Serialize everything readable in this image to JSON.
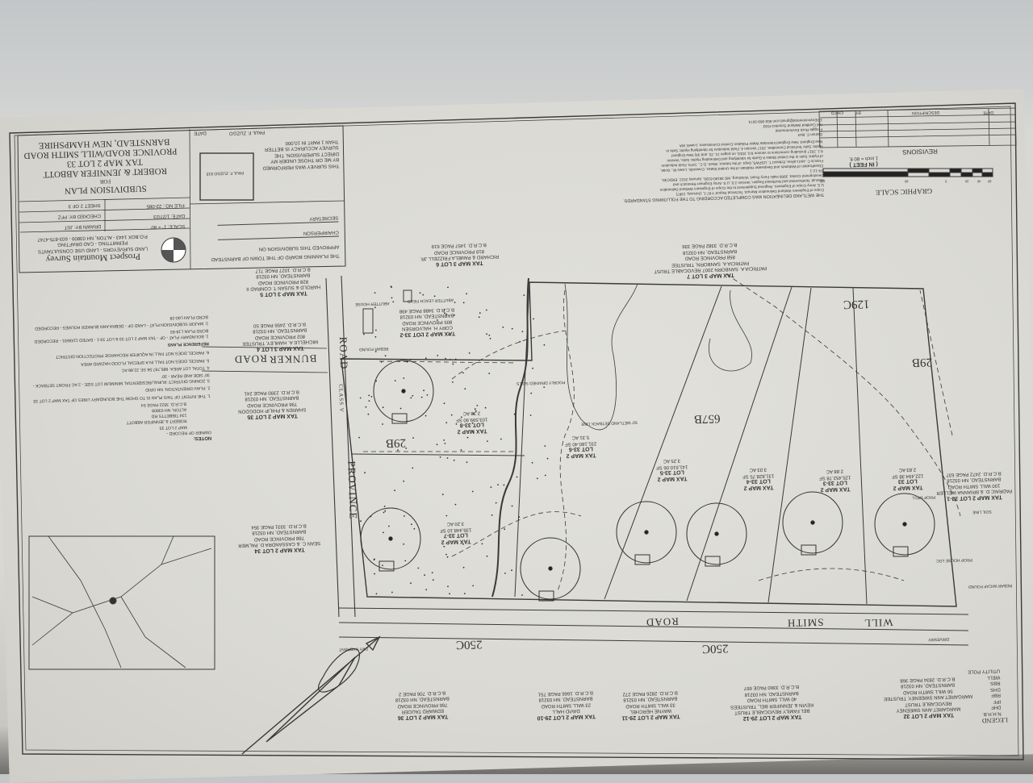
{
  "title_block": {
    "title": "SUBDIVISION PLAN",
    "for": "FOR",
    "owners": "ROBERT & JENNIFER ABBOTT",
    "tax_map": "TAX MAP 2 LOT 33",
    "roads": "PROVINCE ROAD/WILL SMITH ROAD",
    "town": "BARNSTEAD, NEW HAMPSHIRE"
  },
  "sheet_info": {
    "scale": "SCALE: 1\" = 80'",
    "drawn_by": "DRAWN BY: JST",
    "date": "DATE: 1/27/23",
    "checked_by": "CHECKED BY: PFZ",
    "file_no": "FILE NO.: 22-085",
    "sheet": "SHEET 2 OF 3"
  },
  "firm": {
    "name": "Prospect Mountain Survey",
    "line1": "LAND SURVEYORS - LAND USE CONSULTANTS",
    "line2": "PERMITTING - CAD DRAFTING",
    "line3": "P.O.BOX 1443 - ALTON, NH 03809 - 603-875-4747"
  },
  "approval": {
    "text1": "THE PLANNING BOARD OF THE TOWN OF BARNSTEAD",
    "text2": "APPROVED THIS SUBDIVISION ON",
    "chair": "CHAIRPERSON",
    "secretary": "SECRETARY"
  },
  "certification": {
    "lines": [
      "THIS SURVEY WAS PERFORMED",
      "BY ME OR THOSE UNDER MY",
      "DIRECT SUPERVISION. THE",
      "SURVEY ACCURACY IS BETTER",
      "THAN 1 PART IN 10,000"
    ],
    "signer": "PAUL F. ZUZGO",
    "date_label": "DATE",
    "stamp": "PAUL F. ZUZGO 815"
  },
  "wetland": {
    "heading": "THE WETLAND DELINEATION WAS COMPLETED ACCORDING TO THE FOLLOWING STANDARDS:",
    "lines": [
      "Corps of Engineers Wetland Delineation Manual, Technical Report Y-87-1, (January, 1987)",
      "U.S. Army Corps of Engineers, Regional Supplement to the Corps of Engineers Wetland Delineation",
      "Manual: Northcentral and Northeast Region, Version 2.0, U.S. Army Engineer Research and",
      "Development Center, 3909 Halls Ferry Road, Vicksburg, MS 39180-6199, January 2012. ERDC/EL",
      "TR-12-1",
      "Classification of Wetlands and Deepwater Habitats of the United States, Cowardin, Lewis M., Golet,",
      "Francis C. and LaRoe, Edward T., USFWS, Dept. of the Interior, Wash. D.C., 1979. Field Indicators",
      "of Hydric Soils in the United States A Guide for Identifying and Delineating Hydric Soils, Version",
      "8.1, 2017 (including corrections to version 8.0, 2016, on pages 21, 25, and 34) New England",
      "Hydric Soils Technical Committee, 2017 Version 4, Field Indicators for Identifying Hydric Soils in",
      "New England. New England Interstate Water Pollution Control Commission, Lowell, MA"
    ],
    "credit": [
      "Damon C. Burt",
      "Froggie Rock Environmental",
      "NH Certified Wetland Scientist #163",
      "FREnvironmental@gmail.com 603-969-5574"
    ]
  },
  "graphic_scale": {
    "title": "GRAPHIC SCALE",
    "units": "( IN FEET )",
    "ratio": "1 inch = 80 ft.",
    "ticks": [
      "80",
      "40",
      "20",
      "0",
      "80",
      "160"
    ]
  },
  "revisions": {
    "title": "REVISIONS",
    "headers": [
      "DATE",
      "DESCRIPTION",
      "BY",
      "CHK'D"
    ]
  },
  "notes": {
    "title": "NOTES:",
    "owner": [
      "OWNER OF RECORD -",
      "MAP 2 LOT 33",
      "ROBERT & JENNIFER ABBOTT",
      "134 TIBBETTS RD",
      "ALTON, NH 03809",
      "B.C.R.D. 3522 PAGE 54"
    ],
    "items": [
      "1.  THE INTENT OF THIS PLAN IS TO SHOW THE BOUNDARY LINES OF TAX MAP 2 LOT 33",
      "2.  PLAN ORIENTATION: NH GRID",
      "3.  ZONING DISTRICT: RURAL/RESIDENTIAL  MINIMUM LOT SIZE - 2 AC  FRONT SETBACK - 30'  SIDE AND REAR - 30'",
      "4.  TOTAL LOT AREA: 985,787.56 SF, 22.86 AC",
      "5.  PARCEL DOES NOT FALL IN A SPECIAL FLOOD HAZARD AREA",
      "6.  PARCEL DOES NOT FALL IN AQUIFER RECHARGE PROTECTION DISTRICT"
    ],
    "ref_title": "REFERENCE PLANS",
    "refs": [
      "1.  BOUNDARY PLAT - OF - TAX MAP 2 LOT 33 & LOT 33-1 - DATED 11/06/01 - RECORDED BCRD PLAN L19-93",
      "2.  MAJOR SUBDIVISION PLAT - LAND OF - DEBRA ANN BUNKER HOLMES - RECORDED BCRD PLAN L60-29"
    ]
  },
  "legend": {
    "title": "LEGEND",
    "items": [
      "N.H.H.B.",
      "DHF",
      "IPF",
      "RBF",
      "DHS",
      "RBS",
      "WELL",
      "UTILITY POLE"
    ]
  },
  "roads": {
    "province": "PROVINCE",
    "province_road": "ROAD",
    "bunker": "BUNKER",
    "bunker_road": "ROAD",
    "will": "WILL",
    "smith": "SMITH",
    "smith_road": "ROAD",
    "class": "CLASS V"
  },
  "zones": [
    "29B",
    "29B",
    "129C",
    "657B",
    "250C",
    "250C"
  ],
  "lots": [
    [
      "TAX MAP 2",
      "LOT 33",
      "122,494.38 SF",
      "2.83 AC"
    ],
    [
      "TAX MAP 2",
      "LOT 33-3",
      "125,452.78 SF",
      "2.88 AC"
    ],
    [
      "TAX MAP 2",
      "LOT 33-4",
      "131,828.75 SF",
      "3.03 AC"
    ],
    [
      "TAX MAP 2",
      "LOT 33-5",
      "141,610.06 SF",
      "3.25 AC"
    ],
    [
      "TAX MAP 2",
      "LOT 33-6",
      "231,180.40 SF",
      "5.31 AC"
    ],
    [
      "TAX MAP 2",
      "LOT 33-8",
      "103,599.90 SF",
      "2.38 AC"
    ],
    [
      "TAX MAP 2",
      "LOT 33-7",
      "139,448.10 SF",
      "3.20 AC"
    ]
  ],
  "abutters": [
    [
      "TAX MAP 2 LOT 33-1",
      "PADRAIC D. & BRIANNA WELLER",
      "100 WILL SMITH ROAD",
      "BARNSTEAD, NH 03218",
      "B.C.R.D. 2472 PAGE 637"
    ],
    [
      "TAX MAP 2 LOT 32",
      "MARGARET ANN SWEENEY",
      "REVOCABLE TRUST",
      "MARGARET ANN SWEENEY, TRUSTEE",
      "56 WILL SMITH ROAD",
      "BARNSTEAD, NH 03218",
      "B.C.R.D. 2834 PAGE 368"
    ],
    [
      "TAX MAP 2 LOT 29-12",
      "BEL FAMILY REVOCABLE TRUST",
      "KEVIN & JENNIFER BEL, TRUSTEES",
      "40 WILL SMITH ROAD",
      "BARNSTEAD, NH 03218",
      "B.C.R.D. 3360 PAGE 667"
    ],
    [
      "TAX MAP 2 LOT 29-11",
      "WAYNE HERCHEL",
      "33 WILL SMITH ROAD",
      "BARNSTEAD, NH 03218",
      "B.C.R.D. 2826 PAGE 272"
    ],
    [
      "TAX MAP 2 LOT 29-10",
      "DAVID HALL",
      "23 WILL SMITH ROAD",
      "BARNSTEAD, NH 03218",
      "B.C.R.D. 1666 PAGE 751"
    ],
    [
      "TAX MAP 2 LOT 36",
      "EDWARD TAUCER",
      "766 PROVINCE ROAD",
      "BARNSTEAD, NH 03218",
      "B.C.R.D. 706 PAGE 2"
    ],
    [
      "TAX MAP 2 LOT 34",
      "SEAN C. & CASSANDRA D. PALMER",
      "788 PROVINCE ROAD",
      "BARNSTEAD, NH 03218",
      "B.C.R.D. 3331 PAGE 354"
    ],
    [
      "TAX MAP 2 LOT 35",
      "SHAREN & PHILIP HODGDON",
      "796 PROVINCE ROAD",
      "BARNSTEAD, NH 03218",
      "B.C.R.D. 2390 PAGE 241"
    ],
    [
      "TAX MAP 3 LOT 4",
      "MICHELLE A. HAMLEY, TRUSTEE",
      "802 PROVINCE ROAD",
      "BARNSTEAD, NH 03218",
      "B.C.R.D. 2456 PAGE 50"
    ],
    [
      "TAX MAP 3 LOT 5",
      "HAROLD & SUSAN T. CONRAD II",
      "828 PROVINCE ROAD",
      "BARNSTEAD, NH 03218",
      "B.C.R.D. 1027 PAGE 717"
    ],
    [
      "TAX MAP 2 LOT 33-2",
      "CORY H. HALVORSEN",
      "805 PROVINCE ROAD",
      "BARNSTEAD, NH 03218",
      "B.C.R.D. 3488 PAGE 498"
    ],
    [
      "TAX MAP 3 LOT 6",
      "RICHARD & PAMELA FRIZZELL JR.",
      "819 PROVINCE ROAD",
      "B.C.R.D. 1457 PAGE 619"
    ],
    [
      "TAX MAP 3 LOT 7",
      "PATRICIA A. SANBORN 2007 REVOCABLE TRUST",
      "PATRICIA A. SANBORN, TRUSTEE",
      "858 PROVINCE ROAD",
      "BARNSTEAD, NH 03218",
      "B.C.R.D. 3382 PAGE 336"
    ]
  ],
  "callouts": [
    "PROP WELL",
    "PROP HOUSE LOC",
    "50' WETLAND SETBACK LINE",
    "POORLY DRAINED SOILS",
    "SOIL LINE",
    "REBAR W/CAP FOUND",
    "REBAR FOUND",
    "ABUTTER HOUSE",
    "ABUTTER LEACH FIELD",
    "DRIVEWAY",
    "DRY HYDRANT"
  ]
}
